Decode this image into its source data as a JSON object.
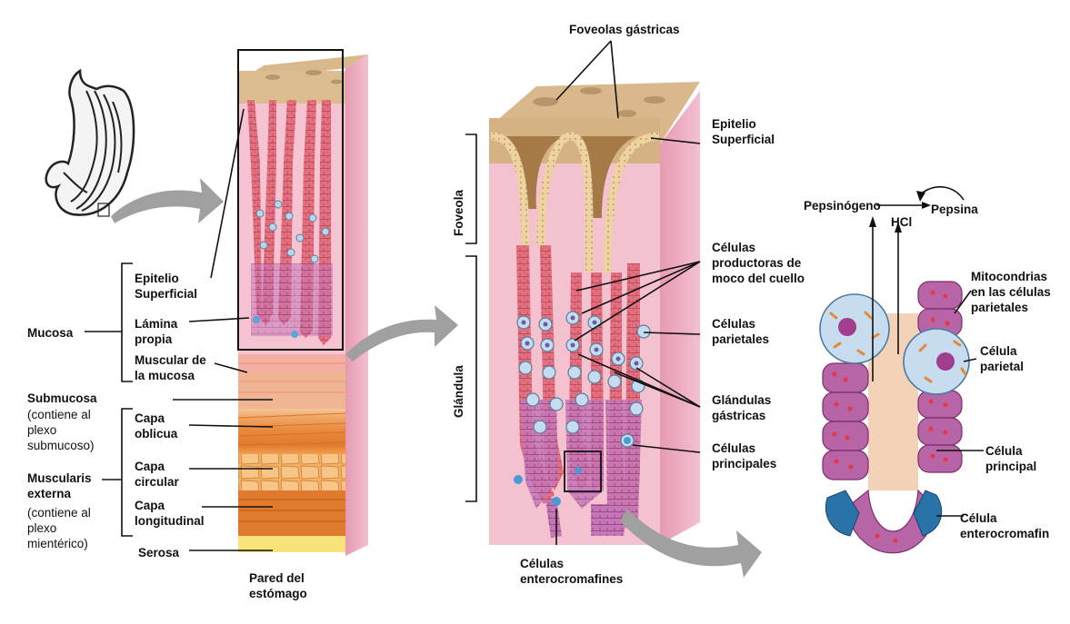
{
  "labels": {
    "foveolas_gastricas": "Foveolas gástricas",
    "epitelio_superficial_2": "Epitelio\nSuperficial",
    "pepsinogeno": "Pepsinógeno",
    "pepsina": "Pepsina",
    "hcl": "HCl",
    "foveola": "Foveola",
    "glandula": "Glándula",
    "celulas_productoras": "Células\nproductoras de\nmoco del cuello",
    "celulas_parietales": "Células\nparietales",
    "glandulas_gastricas": "Glándulas\ngástricas",
    "celulas_principales": "Células\nprincipales",
    "celulas_enterocromafines": "Células\nenterocromafines",
    "mitocondrias": "Mitocondrias\nen las células\nparietales",
    "celula_parietal": "Célula\nparietal",
    "celula_principal": "Célula\nprincipal",
    "celula_enterocromafin": "Célula\nenterocromafin",
    "epitelio_superficial_1": "Epitelio\nSuperficial",
    "lamina_propia": "Lámina\npropia",
    "muscular_mucosa": "Muscular de\nla mucosa",
    "mucosa": "Mucosa",
    "submucosa": "Submucosa",
    "submucosa_note": "(contiene al\nplexo\nsubmucoso)",
    "capa_oblicua": "Capa\noblicua",
    "capa_circular": "Capa\ncircular",
    "capa_longitudinal": "Capa\nlongitudinal",
    "muscularis_externa": "Muscularis\nexterna",
    "muscularis_note": "(contiene al\nplexo\nmientérico)",
    "serosa": "Serosa",
    "pared_estomago": "Pared del\nestómago"
  },
  "colors": {
    "surface": "#d9b98c",
    "pink_wall": "#f0b3c6",
    "cell_red": "#d9606f",
    "cell_purple": "#b66aa8",
    "muscle_orange": "#e88a3a",
    "parietal_blue": "#bcd6e8",
    "arrow_gray": "#9a9a9a"
  }
}
